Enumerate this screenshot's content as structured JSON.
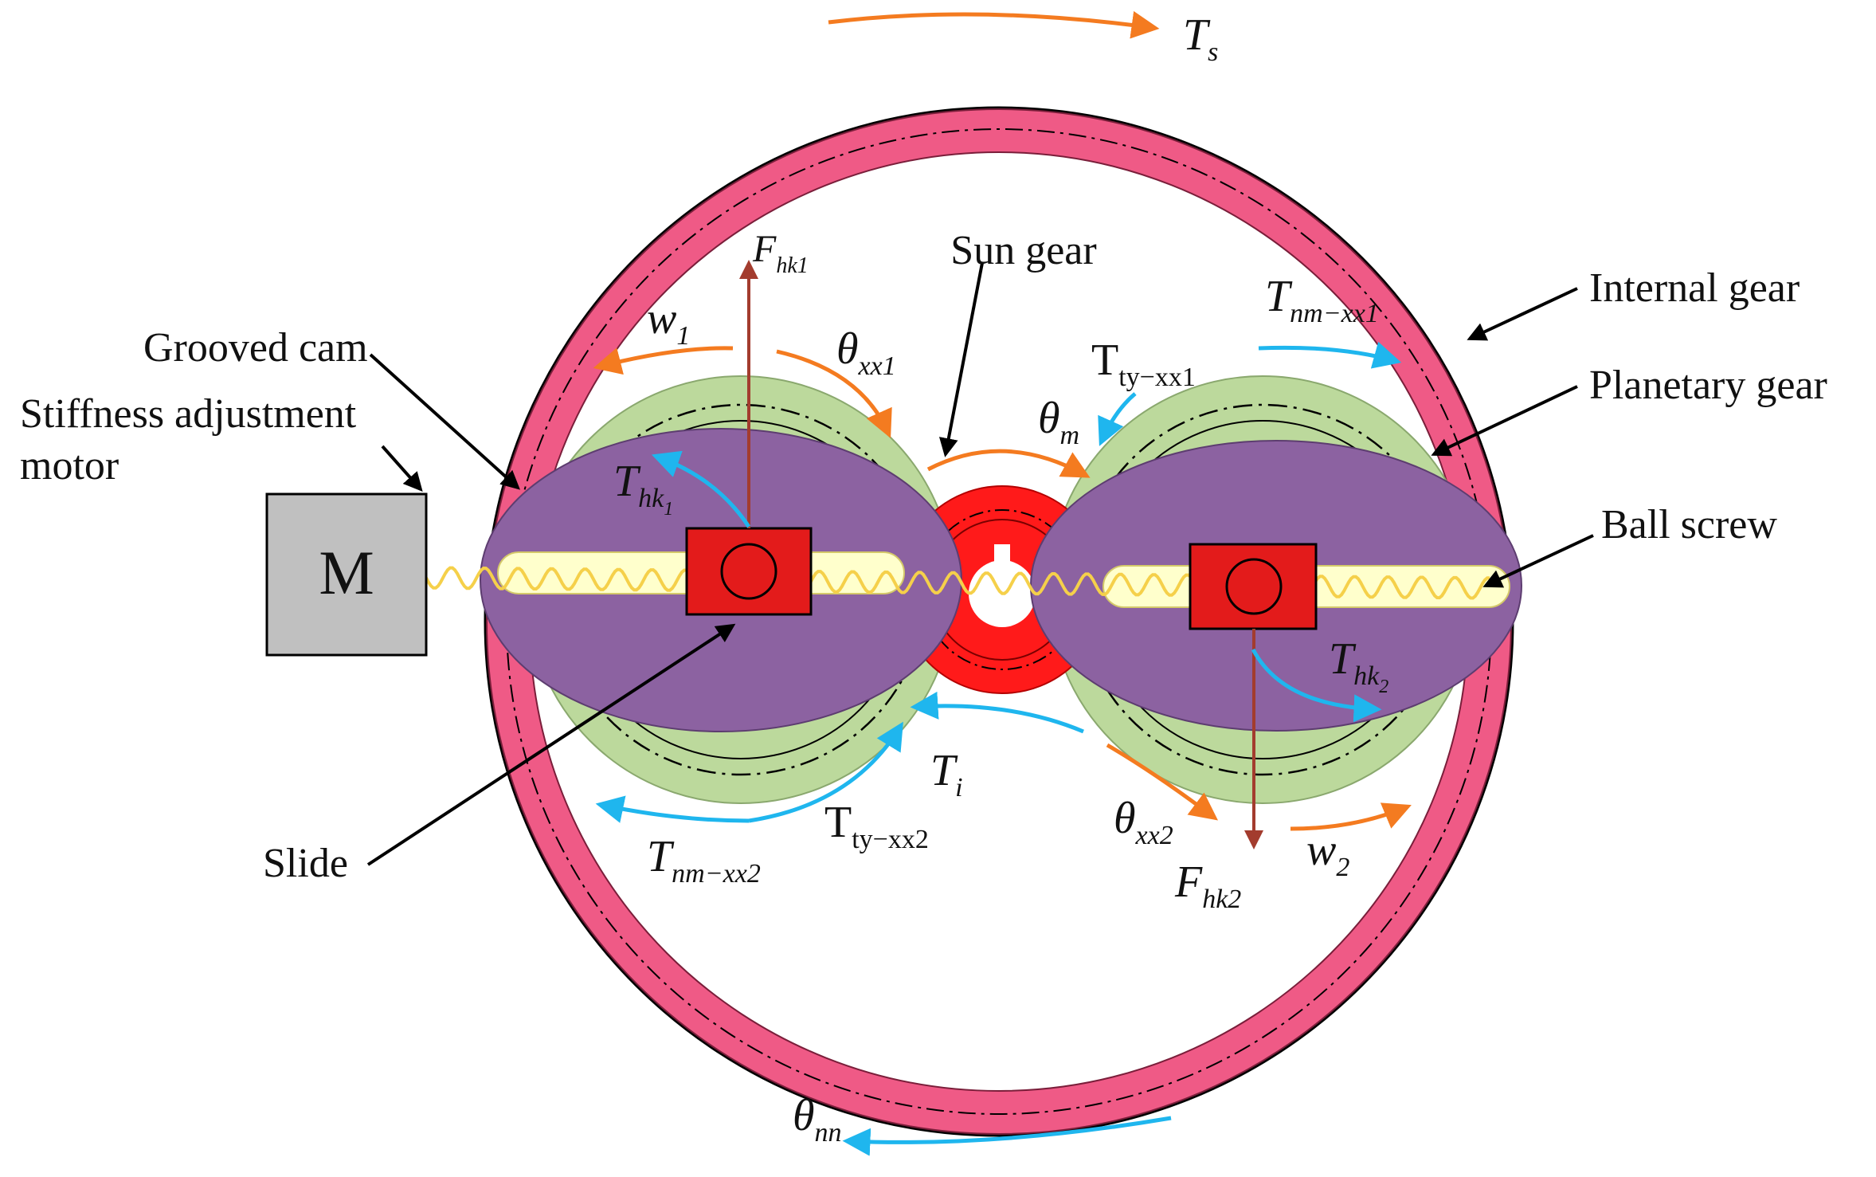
{
  "labels": {
    "sun_gear": "Sun gear",
    "internal_gear": "Internal gear",
    "planetary_gear": "Planetary gear",
    "ball_screw": "Ball screw",
    "grooved_cam": "Grooved cam",
    "stiffness_line1": "Stiffness adjustment",
    "stiffness_line2": "motor",
    "motor": "M",
    "slide": "Slide"
  },
  "symbols": {
    "Ts": {
      "main": "T",
      "sub": "s"
    },
    "Ti": {
      "main": "T",
      "sub": "i"
    },
    "theta_nn": {
      "main": "θ",
      "sub": "nn"
    },
    "theta_m": {
      "main": "θ",
      "sub": "m"
    },
    "theta_xx1": {
      "main": "θ",
      "sub": "xx1"
    },
    "theta_xx2": {
      "main": "θ",
      "sub": "xx2"
    },
    "w1": {
      "main": "w",
      "sub": "1"
    },
    "w2": {
      "main": "w",
      "sub": "2"
    },
    "Fhk1": {
      "main": "F",
      "sub": "hk1"
    },
    "Fhk2": {
      "main": "F",
      "sub": "hk2"
    },
    "Thk1": {
      "main": "T",
      "sub": "hk",
      "subsub": "1"
    },
    "Thk2": {
      "main": "T",
      "sub": "hk",
      "subsub": "2"
    },
    "Tnm_xx1": {
      "main": "T",
      "sub": "nm−xx1"
    },
    "Tnm_xx2": {
      "main": "T",
      "sub": "nm−xx2"
    },
    "Tty_xx1": {
      "main": "T",
      "sub": "ty−xx1"
    },
    "Tty_xx2": {
      "main": "T",
      "sub": "ty−xx2"
    }
  },
  "colors": {
    "internal_gear": "#ef5a86",
    "planet": "#bcd99c",
    "cam": "#8c62a1",
    "sun": "#ff1a1a",
    "slot": "#ffffcc",
    "spring": "#f5d04a",
    "slide": "#e31b1b",
    "motor": "#c0c0c0",
    "orange_arrow": "#f47b20",
    "blue_arrow": "#1fb6ee",
    "force_arrow": "#a33c2e"
  }
}
